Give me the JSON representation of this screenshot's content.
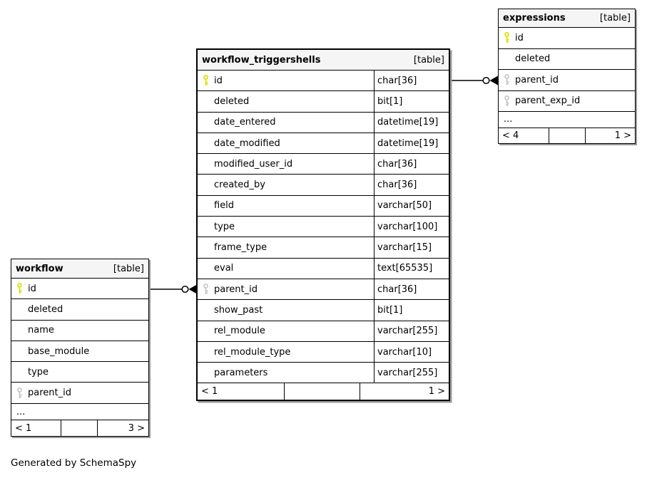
{
  "caption": "Generated by SchemaSpy",
  "ellipsis_label": "...",
  "colors": {
    "primary_key": "#e0e000",
    "foreign_key": "#c8c8c8",
    "header_background": "#f5f5f5",
    "border": "#000000",
    "shadow": "#9a9a9a"
  },
  "tables": [
    {
      "id": "workflow_triggershells",
      "title": "workflow_triggershells",
      "tag": "[table]",
      "show_types": true,
      "show_ellipsis": false,
      "columns": [
        {
          "name": "id",
          "type": "char[36]",
          "key": "primary"
        },
        {
          "name": "deleted",
          "type": "bit[1]",
          "key": null
        },
        {
          "name": "date_entered",
          "type": "datetime[19]",
          "key": null
        },
        {
          "name": "date_modified",
          "type": "datetime[19]",
          "key": null
        },
        {
          "name": "modified_user_id",
          "type": "char[36]",
          "key": null
        },
        {
          "name": "created_by",
          "type": "char[36]",
          "key": null
        },
        {
          "name": "field",
          "type": "varchar[50]",
          "key": null
        },
        {
          "name": "type",
          "type": "varchar[100]",
          "key": null
        },
        {
          "name": "frame_type",
          "type": "varchar[15]",
          "key": null
        },
        {
          "name": "eval",
          "type": "text[65535]",
          "key": null
        },
        {
          "name": "parent_id",
          "type": "char[36]",
          "key": "foreign"
        },
        {
          "name": "show_past",
          "type": "bit[1]",
          "key": null
        },
        {
          "name": "rel_module",
          "type": "varchar[255]",
          "key": null
        },
        {
          "name": "rel_module_type",
          "type": "varchar[10]",
          "key": null
        },
        {
          "name": "parameters",
          "type": "varchar[255]",
          "key": null
        }
      ],
      "footer": {
        "left": "< 1",
        "right": "1 >"
      }
    },
    {
      "id": "workflow",
      "title": "workflow",
      "tag": "[table]",
      "show_types": false,
      "show_ellipsis": true,
      "columns": [
        {
          "name": "id",
          "type": null,
          "key": "primary"
        },
        {
          "name": "deleted",
          "type": null,
          "key": null
        },
        {
          "name": "name",
          "type": null,
          "key": null
        },
        {
          "name": "base_module",
          "type": null,
          "key": null
        },
        {
          "name": "type",
          "type": null,
          "key": null
        },
        {
          "name": "parent_id",
          "type": null,
          "key": "foreign"
        }
      ],
      "footer": {
        "left": "< 1",
        "right": "3 >"
      }
    },
    {
      "id": "expressions",
      "title": "expressions",
      "tag": "[table]",
      "show_types": false,
      "show_ellipsis": true,
      "columns": [
        {
          "name": "id",
          "type": null,
          "key": "primary"
        },
        {
          "name": "deleted",
          "type": null,
          "key": null
        },
        {
          "name": "parent_id",
          "type": null,
          "key": "foreign"
        },
        {
          "name": "parent_exp_id",
          "type": null,
          "key": "foreign"
        }
      ],
      "footer": {
        "left": "< 4",
        "right": "1 >"
      }
    }
  ],
  "relationships": [
    {
      "from": "workflow.id",
      "to": "workflow_triggershells.parent_id",
      "cardinality": "zero-or-many"
    },
    {
      "from": "workflow_triggershells.id",
      "to": "expressions.parent_id",
      "cardinality": "zero-or-many"
    }
  ]
}
